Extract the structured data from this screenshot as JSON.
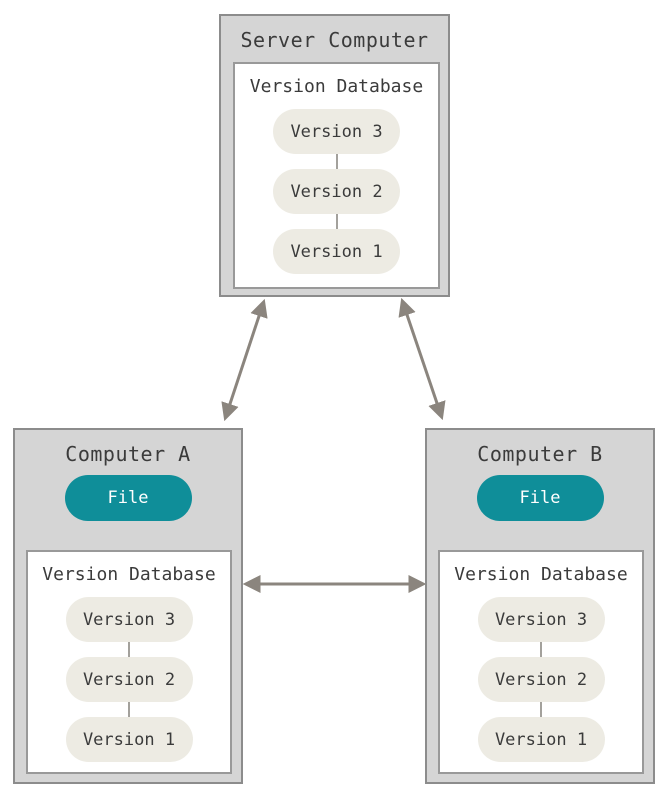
{
  "colors": {
    "background": "#ffffff",
    "box_fill": "#d5d5d5",
    "box_border": "#8c8c8c",
    "panel_fill": "#ffffff",
    "panel_border": "#999999",
    "pill_fill": "#edebe3",
    "text": "#3b3b3b",
    "file_fill": "#0f8e99",
    "file_text": "#ffffff",
    "arrow": "#8b857e",
    "connector": "#a3a19c"
  },
  "diagram": {
    "server": {
      "title": "Server Computer",
      "database": {
        "label": "Version Database",
        "versions": [
          "Version 3",
          "Version 2",
          "Version 1"
        ]
      }
    },
    "computer_a": {
      "title": "Computer A",
      "file_label": "File",
      "database": {
        "label": "Version Database",
        "versions": [
          "Version 3",
          "Version 2",
          "Version 1"
        ]
      }
    },
    "computer_b": {
      "title": "Computer B",
      "file_label": "File",
      "database": {
        "label": "Version Database",
        "versions": [
          "Version 3",
          "Version 2",
          "Version 1"
        ]
      }
    }
  }
}
